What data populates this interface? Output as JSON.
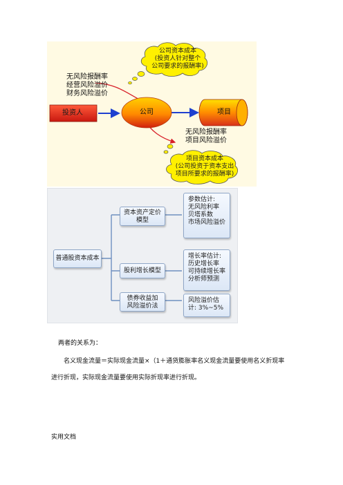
{
  "figure1": {
    "left_labels": [
      "无风险报酬率",
      "经营风险溢价",
      "财务风险溢价"
    ],
    "investor": "投资人",
    "company": "公司",
    "project": "项目",
    "bottom_labels": [
      "无风险报酬率",
      "项目风险溢价"
    ],
    "top_cloud": [
      "公司资本成本",
      "(投资人针对整个",
      "公司要求的报酬率)"
    ],
    "bottom_cloud": [
      "项目资本成本",
      "(公司投资于资本支出",
      "项目所要求的报酬率)"
    ],
    "colors": {
      "investor": "#ee2c1c",
      "ellipse": "#ff9a00",
      "arrow": "#1e40d0",
      "curve": "#d8202a",
      "cloud": "#fff000"
    }
  },
  "figure2": {
    "root": "普通股资本成本",
    "methods": [
      {
        "label": [
          "资本资产定价",
          "模型"
        ],
        "detail": [
          "参数估计:",
          "无风险利率",
          "贝塔系数",
          "市场风险溢价"
        ]
      },
      {
        "label": [
          "股利增长模型"
        ],
        "detail": [
          "增长率估计:",
          "历史增长率",
          "可持续增长率",
          "分析师预测"
        ]
      },
      {
        "label": [
          "债券收益加",
          "风险溢价法"
        ],
        "detail": [
          "风险溢价估",
          "计: 3%~5%"
        ]
      }
    ]
  },
  "text": {
    "relation_title": "两者的关系为：",
    "formula_line1": "名义现金流量＝实际现金流量×（1＋通货膨胀率名义现金流量要使用名义折现率",
    "formula_line2": "进行折现，实际现金流量要使用实际折现率进行折现。",
    "footer": "实用文档"
  }
}
